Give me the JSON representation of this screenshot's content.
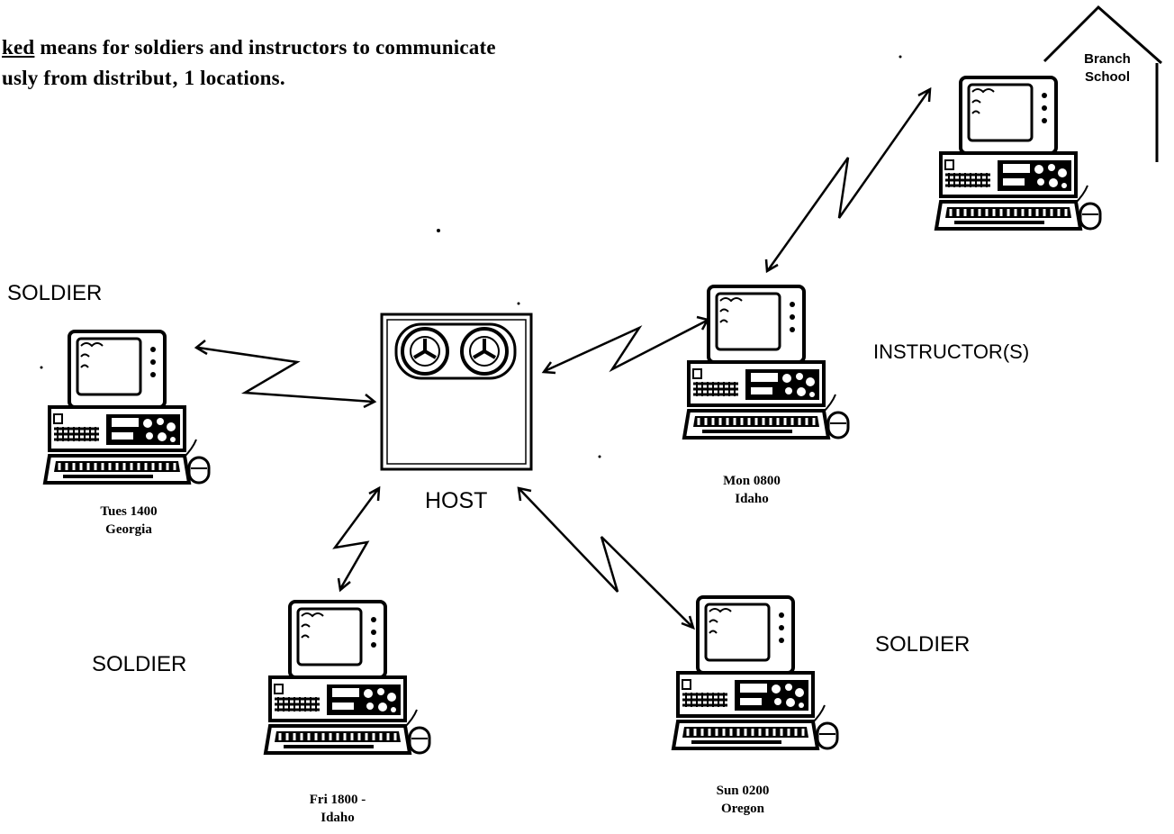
{
  "header": {
    "line1_prefix": "ked",
    "line1_rest": " means for soldiers and instructors to communicate",
    "line2": "usly from distribut‚ 1 locations."
  },
  "host": {
    "label": "HOST"
  },
  "nodes": {
    "soldier_west": {
      "role": "SOLDIER",
      "caption_line1": "Tues 1400",
      "caption_line2": "Georgia"
    },
    "soldier_south": {
      "role": "SOLDIER",
      "caption_line1": "Fri 1800 -",
      "caption_line2": "Idaho"
    },
    "soldier_southeast": {
      "role": "SOLDIER",
      "caption_line1": "Sun 0200",
      "caption_line2": "Oregon"
    },
    "instructor": {
      "role": "INSTRUCTOR(S)",
      "caption_line1": "Mon 0800",
      "caption_line2": "Idaho"
    },
    "branch_school": {
      "line1": "Branch",
      "line2": "School"
    }
  },
  "colors": {
    "ink": "#000000",
    "paper": "#ffffff"
  },
  "icons": [
    "computer-icon",
    "mouse-icon",
    "tape-reel-icon",
    "lightning-link-icon",
    "house-icon"
  ]
}
